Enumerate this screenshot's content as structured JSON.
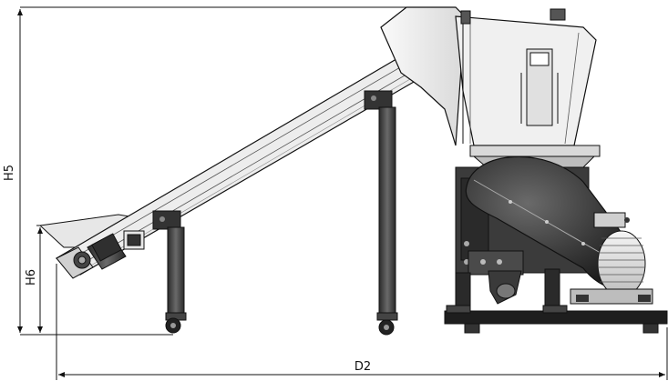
{
  "dimensions": {
    "h5_label": "H5",
    "h6_label": "H6",
    "d2_label": "D2"
  },
  "colors": {
    "line": "#111111",
    "metal_light": "#f1f1f1",
    "metal_mid": "#d6d6d6",
    "metal_dark": "#3a3a3a",
    "frame": "#444444",
    "black": "#1a1a1a"
  }
}
